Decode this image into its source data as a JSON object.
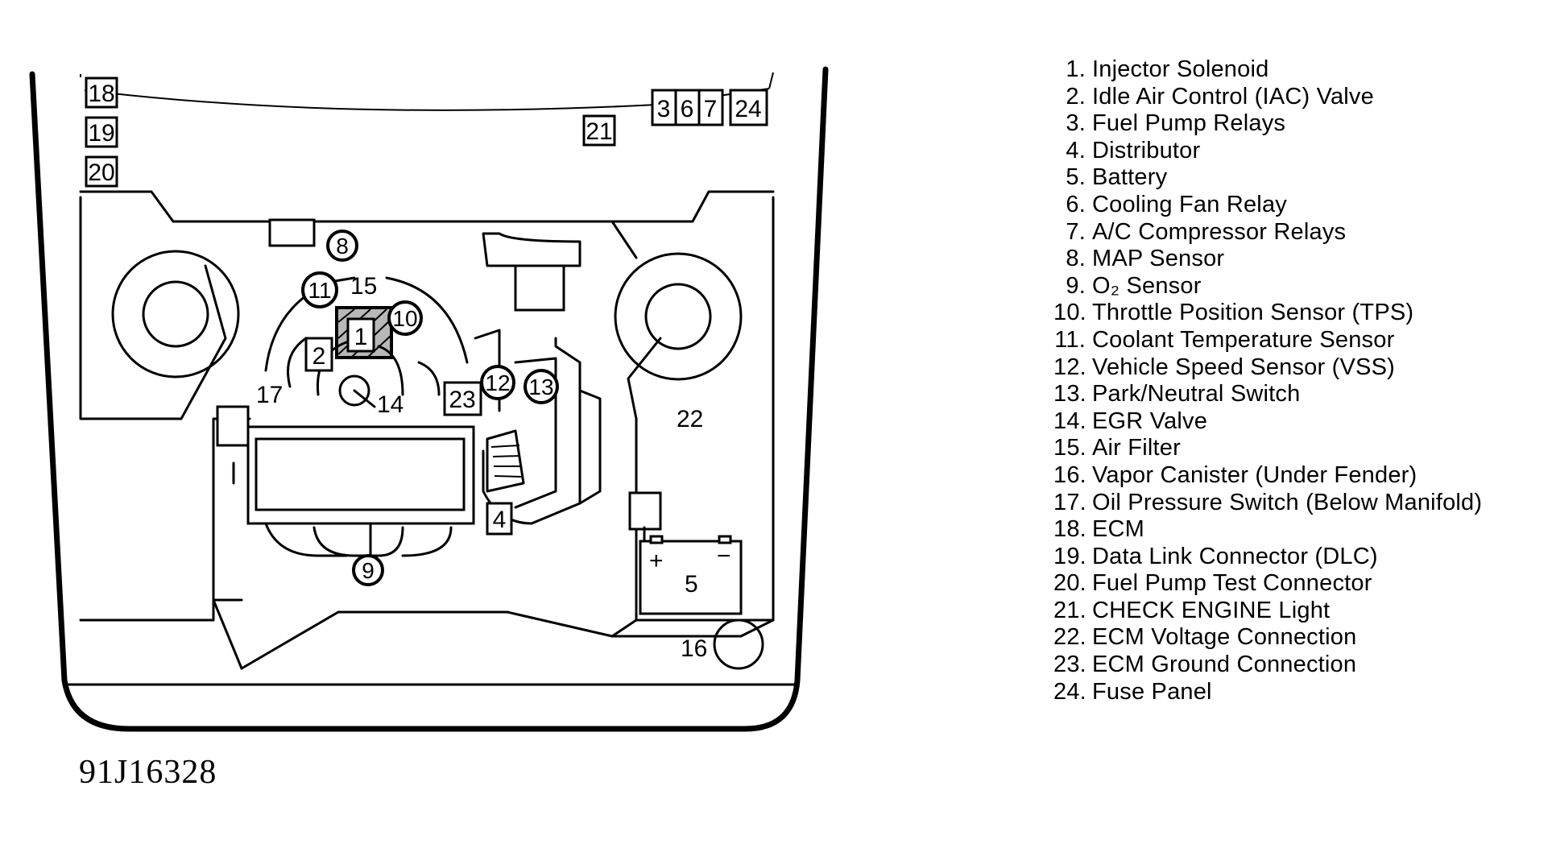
{
  "figure_id": "91J16328",
  "components": [
    {
      "num": "1.",
      "name": "Injector Solenoid"
    },
    {
      "num": "2.",
      "name": "Idle Air Control (IAC) Valve"
    },
    {
      "num": "3.",
      "name": "Fuel Pump Relays"
    },
    {
      "num": "4.",
      "name": "Distributor"
    },
    {
      "num": "5.",
      "name": "Battery"
    },
    {
      "num": "6.",
      "name": "Cooling Fan Relay"
    },
    {
      "num": "7.",
      "name": "A/C Compressor Relays"
    },
    {
      "num": "8.",
      "name": "MAP Sensor"
    },
    {
      "num": "9.",
      "name": "O₂ Sensor"
    },
    {
      "num": "10.",
      "name": "Throttle Position Sensor (TPS)"
    },
    {
      "num": "11.",
      "name": "Coolant Temperature Sensor"
    },
    {
      "num": "12.",
      "name": "Vehicle Speed Sensor (VSS)"
    },
    {
      "num": "13.",
      "name": "Park/Neutral Switch"
    },
    {
      "num": "14.",
      "name": "EGR Valve"
    },
    {
      "num": "15.",
      "name": "Air Filter"
    },
    {
      "num": "16.",
      "name": "Vapor Canister (Under Fender)"
    },
    {
      "num": "17.",
      "name": "Oil Pressure Switch (Below Manifold)"
    },
    {
      "num": "18.",
      "name": "ECM"
    },
    {
      "num": "19.",
      "name": "Data Link Connector (DLC)"
    },
    {
      "num": "20.",
      "name": "Fuel Pump Test Connector"
    },
    {
      "num": "21.",
      "name": "CHECK ENGINE Light"
    },
    {
      "num": "22.",
      "name": "ECM Voltage Connection"
    },
    {
      "num": "23.",
      "name": "ECM Ground Connection"
    },
    {
      "num": "24.",
      "name": "Fuse Panel"
    }
  ],
  "callouts": {
    "c1": "1",
    "c2": "2",
    "c3": "3",
    "c4": "4",
    "c5": "5",
    "c6": "6",
    "c7": "7",
    "c8": "8",
    "c9": "9",
    "c10": "10",
    "c11": "11",
    "c12": "12",
    "c13": "13",
    "c14": "14",
    "c15": "15",
    "c16": "16",
    "c17": "17",
    "c18": "18",
    "c19": "19",
    "c20": "20",
    "c21": "21",
    "c22": "22",
    "c23": "23",
    "c24": "24"
  },
  "battery_terminals": {
    "positive": "+",
    "negative": "−"
  }
}
